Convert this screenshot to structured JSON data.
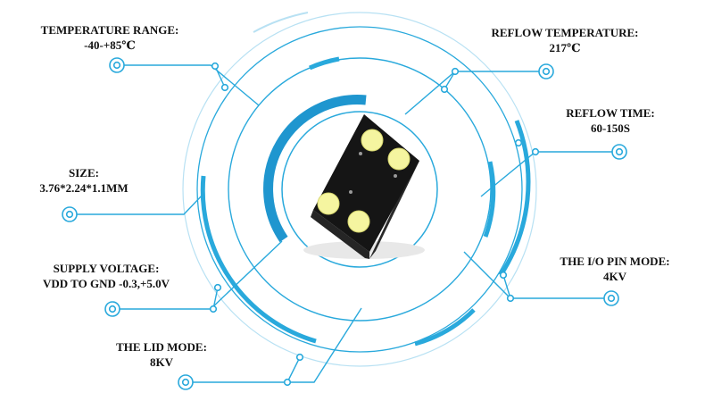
{
  "colors": {
    "accent": "#29a9dc",
    "accent_dark": "#1f96cf",
    "ring_light": "#b8e1f3",
    "chip_body": "#151515",
    "led_yellow": "#f5f5a0",
    "text": "#111111"
  },
  "specs": {
    "temperature_range": {
      "label": "TEMPERATURE RANGE:",
      "value": "-40-+85℃"
    },
    "reflow_temperature": {
      "label": "REFLOW TEMPERATURE:",
      "value": "217℃"
    },
    "reflow_time": {
      "label": "REFLOW TIME:",
      "value": "60-150S"
    },
    "size": {
      "label": "SIZE:",
      "value": "3.76*2.24*1.1MM"
    },
    "supply_voltage": {
      "label": "SUPPLY VOLTAGE:",
      "value": "VDD TO GND -0.3,+5.0V"
    },
    "io_pin_mode": {
      "label": "THE I/O PIN MODE:",
      "value": "4KV"
    },
    "lid_mode": {
      "label": "THE LID MODE:",
      "value": "8KV"
    }
  },
  "icons": {
    "callout_marker": "target-circle-icon",
    "connector_node": "connector-dot-icon",
    "component": "smd-led-chip-icon"
  }
}
